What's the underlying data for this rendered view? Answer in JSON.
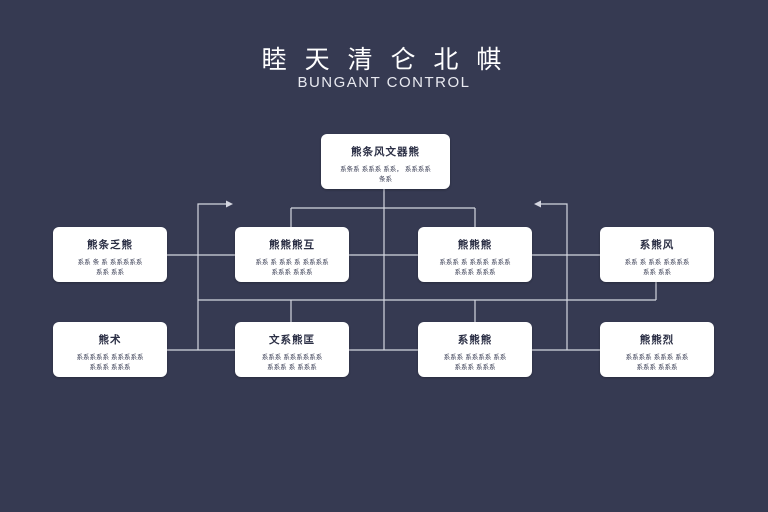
{
  "title": "睦 天 清 仑 北 帺",
  "subtitle": "BUNGANT CONTROL",
  "colors": {
    "background": "#363a52",
    "node": "#ffffff",
    "wire": "#d4d6e0"
  },
  "nodes": {
    "root": {
      "heading": "熊条风文器熊",
      "line1": "系条系 系系系 系系， 系系系系",
      "line2": "条系"
    },
    "r1c1": {
      "heading": "熊条乏熊",
      "line1": "系系 条 系 系系系系系",
      "line2": "系系 系系"
    },
    "r1c2": {
      "heading": "熊熊熊互",
      "line1": "系系 系 系系 系 系系系系",
      "line2": "系系系 系系系"
    },
    "r1c3": {
      "heading": "熊熊熊",
      "line1": "系系系 系 系系系 系系系",
      "line2": "系系系 系系系"
    },
    "r1c4": {
      "heading": "系熊风",
      "line1": "系系 系 系系 系系系系",
      "line2": "系系 系系"
    },
    "r2c1": {
      "heading": "熊术",
      "line1": "系系系系系 系系系系系",
      "line2": "系系系 系系系"
    },
    "r2c2": {
      "heading": "文系熊匡",
      "line1": "系系系 系系系系系系",
      "line2": "系系系 系 系系系"
    },
    "r2c3": {
      "heading": "系熊熊",
      "line1": "系系系 系系系系 系系",
      "line2": "系系系 系系系"
    },
    "r2c4": {
      "heading": "熊熊烈",
      "line1": "系系系系 系系系 系系",
      "line2": "系系系 系系系"
    }
  }
}
